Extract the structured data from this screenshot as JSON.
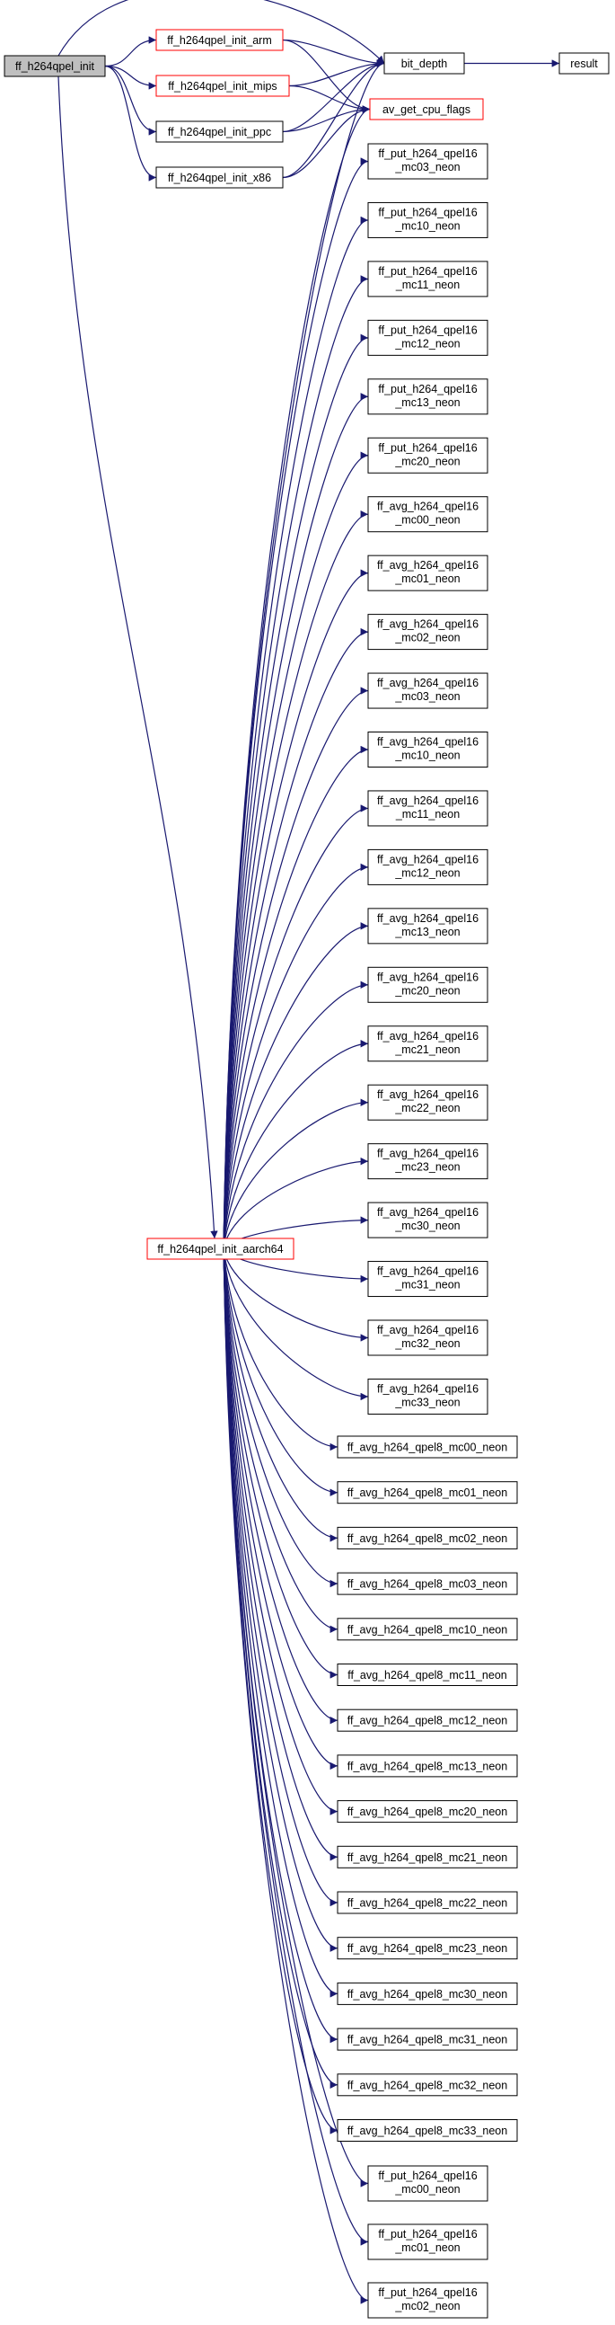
{
  "colors": {
    "edge": "#191970",
    "red_border": "#ff0000",
    "black_border": "#000000",
    "focus_fill": "#bfbfbf"
  },
  "nodes": [
    {
      "id": "ff_h264qpel_init",
      "lines": [
        "ff_h264qpel_init"
      ],
      "style": "focus"
    },
    {
      "id": "ff_h264qpel_init_arm",
      "lines": [
        "ff_h264qpel_init_arm"
      ],
      "style": "red"
    },
    {
      "id": "ff_h264qpel_init_mips",
      "lines": [
        "ff_h264qpel_init_mips"
      ],
      "style": "red"
    },
    {
      "id": "ff_h264qpel_init_ppc",
      "lines": [
        "ff_h264qpel_init_ppc"
      ],
      "style": "black"
    },
    {
      "id": "ff_h264qpel_init_x86",
      "lines": [
        "ff_h264qpel_init_x86"
      ],
      "style": "black"
    },
    {
      "id": "bit_depth",
      "lines": [
        "bit_depth"
      ],
      "style": "black"
    },
    {
      "id": "result",
      "lines": [
        "result"
      ],
      "style": "black"
    },
    {
      "id": "av_get_cpu_flags",
      "lines": [
        "av_get_cpu_flags"
      ],
      "style": "red"
    },
    {
      "id": "ff_h264qpel_init_aarch64",
      "lines": [
        "ff_h264qpel_init_aarch64"
      ],
      "style": "red"
    },
    {
      "id": "put16_mc03",
      "lines": [
        "ff_put_h264_qpel16",
        "_mc03_neon"
      ],
      "style": "black"
    },
    {
      "id": "put16_mc10",
      "lines": [
        "ff_put_h264_qpel16",
        "_mc10_neon"
      ],
      "style": "black"
    },
    {
      "id": "put16_mc11",
      "lines": [
        "ff_put_h264_qpel16",
        "_mc11_neon"
      ],
      "style": "black"
    },
    {
      "id": "put16_mc12",
      "lines": [
        "ff_put_h264_qpel16",
        "_mc12_neon"
      ],
      "style": "black"
    },
    {
      "id": "put16_mc13",
      "lines": [
        "ff_put_h264_qpel16",
        "_mc13_neon"
      ],
      "style": "black"
    },
    {
      "id": "put16_mc20",
      "lines": [
        "ff_put_h264_qpel16",
        "_mc20_neon"
      ],
      "style": "black"
    },
    {
      "id": "avg16_mc00",
      "lines": [
        "ff_avg_h264_qpel16",
        "_mc00_neon"
      ],
      "style": "black"
    },
    {
      "id": "avg16_mc01",
      "lines": [
        "ff_avg_h264_qpel16",
        "_mc01_neon"
      ],
      "style": "black"
    },
    {
      "id": "avg16_mc02",
      "lines": [
        "ff_avg_h264_qpel16",
        "_mc02_neon"
      ],
      "style": "black"
    },
    {
      "id": "avg16_mc03",
      "lines": [
        "ff_avg_h264_qpel16",
        "_mc03_neon"
      ],
      "style": "black"
    },
    {
      "id": "avg16_mc10",
      "lines": [
        "ff_avg_h264_qpel16",
        "_mc10_neon"
      ],
      "style": "black"
    },
    {
      "id": "avg16_mc11",
      "lines": [
        "ff_avg_h264_qpel16",
        "_mc11_neon"
      ],
      "style": "black"
    },
    {
      "id": "avg16_mc12",
      "lines": [
        "ff_avg_h264_qpel16",
        "_mc12_neon"
      ],
      "style": "black"
    },
    {
      "id": "avg16_mc13",
      "lines": [
        "ff_avg_h264_qpel16",
        "_mc13_neon"
      ],
      "style": "black"
    },
    {
      "id": "avg16_mc20",
      "lines": [
        "ff_avg_h264_qpel16",
        "_mc20_neon"
      ],
      "style": "black"
    },
    {
      "id": "avg16_mc21",
      "lines": [
        "ff_avg_h264_qpel16",
        "_mc21_neon"
      ],
      "style": "black"
    },
    {
      "id": "avg16_mc22",
      "lines": [
        "ff_avg_h264_qpel16",
        "_mc22_neon"
      ],
      "style": "black"
    },
    {
      "id": "avg16_mc23",
      "lines": [
        "ff_avg_h264_qpel16",
        "_mc23_neon"
      ],
      "style": "black"
    },
    {
      "id": "avg16_mc30",
      "lines": [
        "ff_avg_h264_qpel16",
        "_mc30_neon"
      ],
      "style": "black"
    },
    {
      "id": "avg16_mc31",
      "lines": [
        "ff_avg_h264_qpel16",
        "_mc31_neon"
      ],
      "style": "black"
    },
    {
      "id": "avg16_mc32",
      "lines": [
        "ff_avg_h264_qpel16",
        "_mc32_neon"
      ],
      "style": "black"
    },
    {
      "id": "avg16_mc33",
      "lines": [
        "ff_avg_h264_qpel16",
        "_mc33_neon"
      ],
      "style": "black"
    },
    {
      "id": "avg8_mc00",
      "lines": [
        "ff_avg_h264_qpel8_mc00_neon"
      ],
      "style": "black"
    },
    {
      "id": "avg8_mc01",
      "lines": [
        "ff_avg_h264_qpel8_mc01_neon"
      ],
      "style": "black"
    },
    {
      "id": "avg8_mc02",
      "lines": [
        "ff_avg_h264_qpel8_mc02_neon"
      ],
      "style": "black"
    },
    {
      "id": "avg8_mc03",
      "lines": [
        "ff_avg_h264_qpel8_mc03_neon"
      ],
      "style": "black"
    },
    {
      "id": "avg8_mc10",
      "lines": [
        "ff_avg_h264_qpel8_mc10_neon"
      ],
      "style": "black"
    },
    {
      "id": "avg8_mc11",
      "lines": [
        "ff_avg_h264_qpel8_mc11_neon"
      ],
      "style": "black"
    },
    {
      "id": "avg8_mc12",
      "lines": [
        "ff_avg_h264_qpel8_mc12_neon"
      ],
      "style": "black"
    },
    {
      "id": "avg8_mc13",
      "lines": [
        "ff_avg_h264_qpel8_mc13_neon"
      ],
      "style": "black"
    },
    {
      "id": "avg8_mc20",
      "lines": [
        "ff_avg_h264_qpel8_mc20_neon"
      ],
      "style": "black"
    },
    {
      "id": "avg8_mc21",
      "lines": [
        "ff_avg_h264_qpel8_mc21_neon"
      ],
      "style": "black"
    },
    {
      "id": "avg8_mc22",
      "lines": [
        "ff_avg_h264_qpel8_mc22_neon"
      ],
      "style": "black"
    },
    {
      "id": "avg8_mc23",
      "lines": [
        "ff_avg_h264_qpel8_mc23_neon"
      ],
      "style": "black"
    },
    {
      "id": "avg8_mc30",
      "lines": [
        "ff_avg_h264_qpel8_mc30_neon"
      ],
      "style": "black"
    },
    {
      "id": "avg8_mc31",
      "lines": [
        "ff_avg_h264_qpel8_mc31_neon"
      ],
      "style": "black"
    },
    {
      "id": "avg8_mc32",
      "lines": [
        "ff_avg_h264_qpel8_mc32_neon"
      ],
      "style": "black"
    },
    {
      "id": "avg8_mc33",
      "lines": [
        "ff_avg_h264_qpel8_mc33_neon"
      ],
      "style": "black"
    },
    {
      "id": "put16_mc00",
      "lines": [
        "ff_put_h264_qpel16",
        "_mc00_neon"
      ],
      "style": "black"
    },
    {
      "id": "put16_mc01",
      "lines": [
        "ff_put_h264_qpel16",
        "_mc01_neon"
      ],
      "style": "black"
    },
    {
      "id": "put16_mc02",
      "lines": [
        "ff_put_h264_qpel16",
        "_mc02_neon"
      ],
      "style": "black"
    }
  ],
  "edges": [
    [
      "ff_h264qpel_init",
      "ff_h264qpel_init_arm"
    ],
    [
      "ff_h264qpel_init",
      "ff_h264qpel_init_mips"
    ],
    [
      "ff_h264qpel_init",
      "ff_h264qpel_init_ppc"
    ],
    [
      "ff_h264qpel_init",
      "ff_h264qpel_init_x86"
    ],
    [
      "ff_h264qpel_init",
      "bit_depth"
    ],
    [
      "ff_h264qpel_init",
      "ff_h264qpel_init_aarch64"
    ],
    [
      "ff_h264qpel_init_arm",
      "bit_depth"
    ],
    [
      "ff_h264qpel_init_arm",
      "av_get_cpu_flags"
    ],
    [
      "ff_h264qpel_init_mips",
      "bit_depth"
    ],
    [
      "ff_h264qpel_init_mips",
      "av_get_cpu_flags"
    ],
    [
      "ff_h264qpel_init_ppc",
      "bit_depth"
    ],
    [
      "ff_h264qpel_init_ppc",
      "av_get_cpu_flags"
    ],
    [
      "ff_h264qpel_init_x86",
      "bit_depth"
    ],
    [
      "ff_h264qpel_init_x86",
      "av_get_cpu_flags"
    ],
    [
      "bit_depth",
      "result"
    ],
    [
      "ff_h264qpel_init_aarch64",
      "bit_depth"
    ],
    [
      "ff_h264qpel_init_aarch64",
      "av_get_cpu_flags"
    ],
    [
      "ff_h264qpel_init_aarch64",
      "put16_mc03"
    ],
    [
      "ff_h264qpel_init_aarch64",
      "put16_mc10"
    ],
    [
      "ff_h264qpel_init_aarch64",
      "put16_mc11"
    ],
    [
      "ff_h264qpel_init_aarch64",
      "put16_mc12"
    ],
    [
      "ff_h264qpel_init_aarch64",
      "put16_mc13"
    ],
    [
      "ff_h264qpel_init_aarch64",
      "put16_mc20"
    ],
    [
      "ff_h264qpel_init_aarch64",
      "avg16_mc00"
    ],
    [
      "ff_h264qpel_init_aarch64",
      "avg16_mc01"
    ],
    [
      "ff_h264qpel_init_aarch64",
      "avg16_mc02"
    ],
    [
      "ff_h264qpel_init_aarch64",
      "avg16_mc03"
    ],
    [
      "ff_h264qpel_init_aarch64",
      "avg16_mc10"
    ],
    [
      "ff_h264qpel_init_aarch64",
      "avg16_mc11"
    ],
    [
      "ff_h264qpel_init_aarch64",
      "avg16_mc12"
    ],
    [
      "ff_h264qpel_init_aarch64",
      "avg16_mc13"
    ],
    [
      "ff_h264qpel_init_aarch64",
      "avg16_mc20"
    ],
    [
      "ff_h264qpel_init_aarch64",
      "avg16_mc21"
    ],
    [
      "ff_h264qpel_init_aarch64",
      "avg16_mc22"
    ],
    [
      "ff_h264qpel_init_aarch64",
      "avg16_mc23"
    ],
    [
      "ff_h264qpel_init_aarch64",
      "avg16_mc30"
    ],
    [
      "ff_h264qpel_init_aarch64",
      "avg16_mc31"
    ],
    [
      "ff_h264qpel_init_aarch64",
      "avg16_mc32"
    ],
    [
      "ff_h264qpel_init_aarch64",
      "avg16_mc33"
    ],
    [
      "ff_h264qpel_init_aarch64",
      "avg8_mc00"
    ],
    [
      "ff_h264qpel_init_aarch64",
      "avg8_mc01"
    ],
    [
      "ff_h264qpel_init_aarch64",
      "avg8_mc02"
    ],
    [
      "ff_h264qpel_init_aarch64",
      "avg8_mc03"
    ],
    [
      "ff_h264qpel_init_aarch64",
      "avg8_mc10"
    ],
    [
      "ff_h264qpel_init_aarch64",
      "avg8_mc11"
    ],
    [
      "ff_h264qpel_init_aarch64",
      "avg8_mc12"
    ],
    [
      "ff_h264qpel_init_aarch64",
      "avg8_mc13"
    ],
    [
      "ff_h264qpel_init_aarch64",
      "avg8_mc20"
    ],
    [
      "ff_h264qpel_init_aarch64",
      "avg8_mc21"
    ],
    [
      "ff_h264qpel_init_aarch64",
      "avg8_mc22"
    ],
    [
      "ff_h264qpel_init_aarch64",
      "avg8_mc23"
    ],
    [
      "ff_h264qpel_init_aarch64",
      "avg8_mc30"
    ],
    [
      "ff_h264qpel_init_aarch64",
      "avg8_mc31"
    ],
    [
      "ff_h264qpel_init_aarch64",
      "avg8_mc32"
    ],
    [
      "ff_h264qpel_init_aarch64",
      "avg8_mc33"
    ],
    [
      "ff_h264qpel_init_aarch64",
      "put16_mc00"
    ],
    [
      "ff_h264qpel_init_aarch64",
      "put16_mc01"
    ],
    [
      "ff_h264qpel_init_aarch64",
      "put16_mc02"
    ]
  ]
}
